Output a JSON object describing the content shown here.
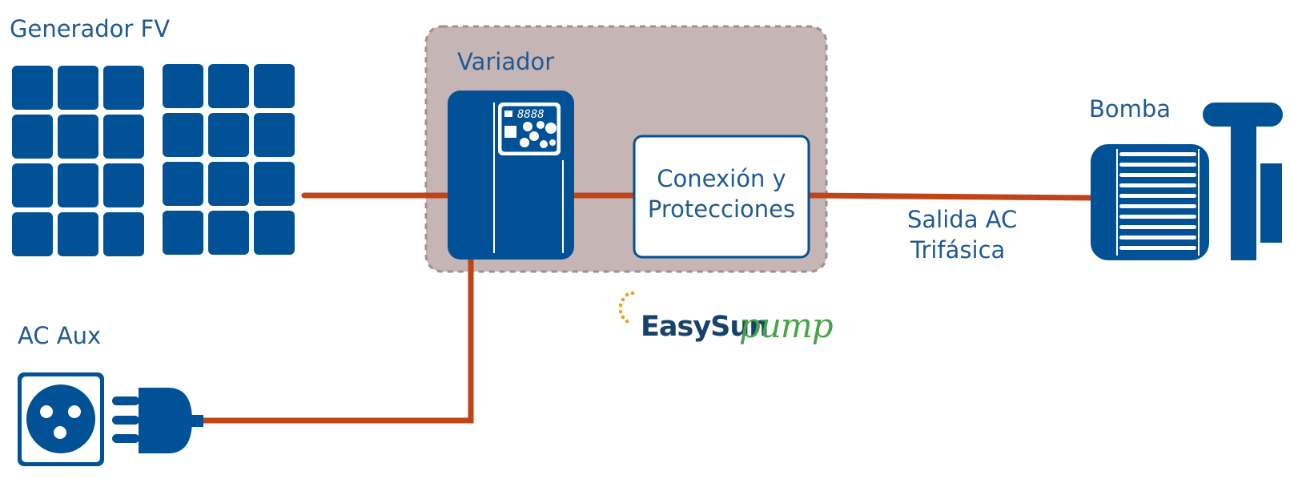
{
  "labels": {
    "generator": "Generador FV",
    "variator": "Variador",
    "connection_line1": "Conexión y",
    "connection_line2": "Protecciones",
    "pump": "Bomba",
    "output_line1": "Salida AC",
    "output_line2": "Trifásica",
    "ac_aux": "AC Aux"
  },
  "display": {
    "digits": "8888"
  },
  "logo": {
    "part1": "EasySun",
    "part2": "pump"
  },
  "icons": [
    "solar-panel-icon",
    "variator-drive-icon",
    "pump-motor-icon",
    "wall-socket-icon",
    "power-plug-icon",
    "sun-rays-icon"
  ],
  "colors": {
    "primary_blue": "#005195",
    "wire_orange": "#c0441a",
    "enclosure_fill": "#c6b5b5",
    "enclosure_border": "#a08f8f",
    "logo_dark": "#17426e",
    "logo_green": "#45a447",
    "logo_sun": "#f0a020"
  }
}
